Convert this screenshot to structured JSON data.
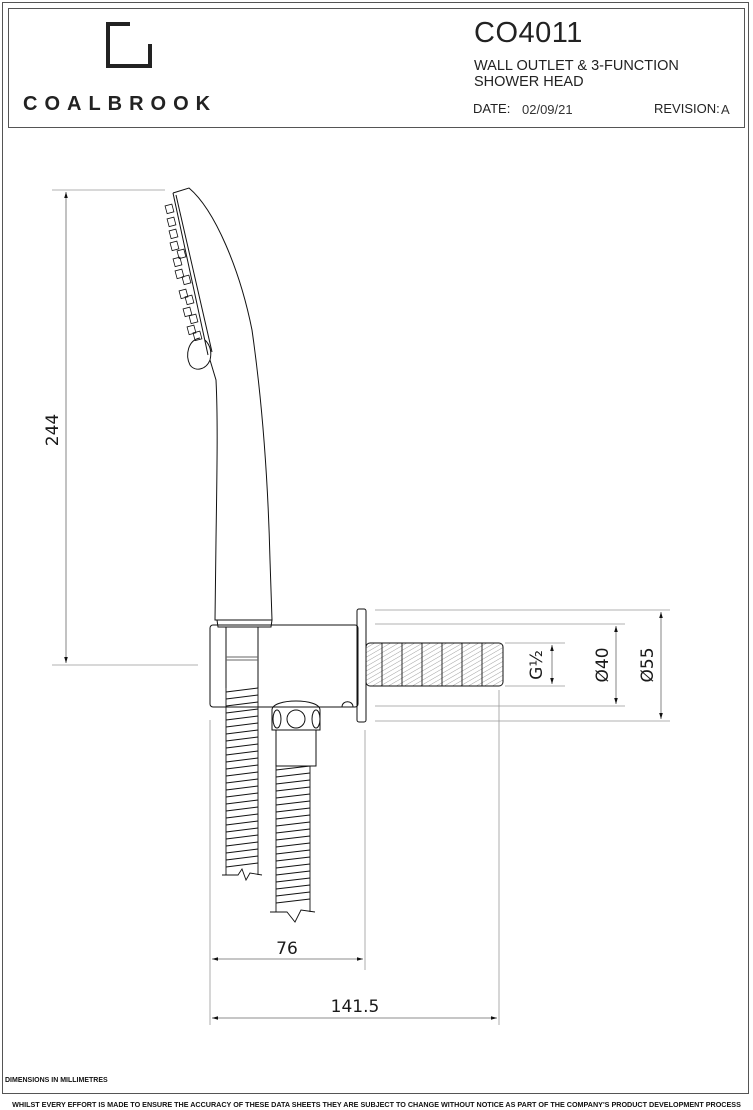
{
  "title_block": {
    "brand": "COALBROOK",
    "product_code": "CO4011",
    "description_line1": "WALL OUTLET & 3-FUNCTION",
    "description_line2": "SHOWER HEAD",
    "date_label": "DATE:",
    "date_value": "02/09/21",
    "revision_label": "REVISION:",
    "revision_value": "A"
  },
  "dimensions": {
    "height": "244",
    "width_outlet": "76",
    "width_total": "141.5",
    "thread": "G½",
    "diameter_inner": "Ø40",
    "diameter_outer": "Ø55"
  },
  "footer": {
    "units_note": "DIMENSIONS IN  MILLIMETRES",
    "disclaimer": "WHILST EVERY EFFORT IS MADE TO ENSURE THE ACCURACY OF THESE DATA SHEETS THEY ARE SUBJECT TO CHANGE WITHOUT NOTICE AS PART OF THE COMPANY'S PRODUCT DEVELOPMENT PROCESS"
  }
}
